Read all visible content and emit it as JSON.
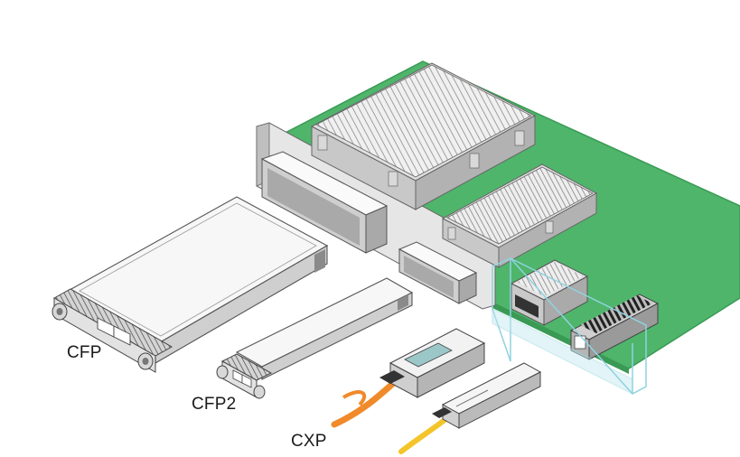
{
  "labels": {
    "cfp": "CFP",
    "cfp2": "CFP2",
    "cxp": "CXP"
  },
  "colors": {
    "pcb": "#4fb56b",
    "pcb_edge": "#3a9a55",
    "metal_light": "#f2f2f2",
    "metal_mid": "#d6d6d6",
    "metal_dark": "#9a9a9a",
    "outline": "#555555",
    "guide_box": "#8fd3df",
    "cable_orange": "#f08a2a",
    "cable_yellow": "#f3c52a"
  },
  "icons": {
    "cfp": "cfp-module-icon",
    "cfp2": "cfp2-module-icon",
    "cxp": "cxp-cable-icon",
    "board": "line-card-icon"
  }
}
